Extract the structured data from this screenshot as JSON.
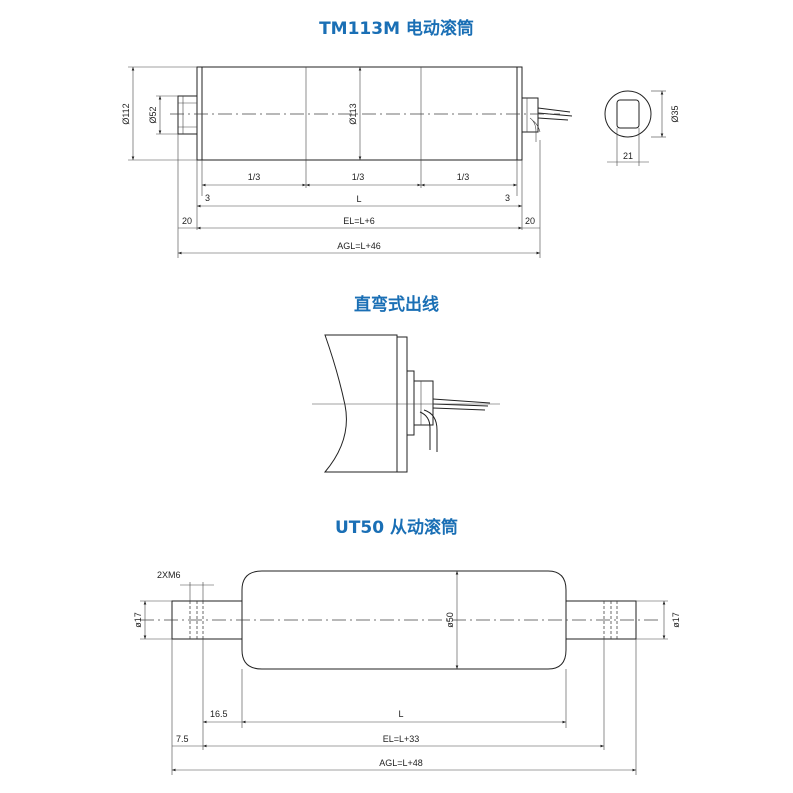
{
  "diagram1": {
    "title": "TM113M 电动滚筒",
    "dia_outer": "Ø112",
    "dia_shaft": "Ø52",
    "dia_tube": "Ø113",
    "third": "1/3",
    "offset": "3",
    "length": "L",
    "margin": "20",
    "el": "EL=L+6",
    "agl": "AGL=L+46",
    "side_dia": "Ø35",
    "side_flat": "21"
  },
  "diagram2": {
    "title": "直弯式出线"
  },
  "diagram3": {
    "title": "UT50 从动滚筒",
    "thread": "2XM6",
    "dia_shaft": "ø17",
    "dia_tube": "ø50",
    "offset1": "16.5",
    "length": "L",
    "offset2": "7.5",
    "el": "EL=L+33",
    "agl": "AGL=L+48"
  }
}
